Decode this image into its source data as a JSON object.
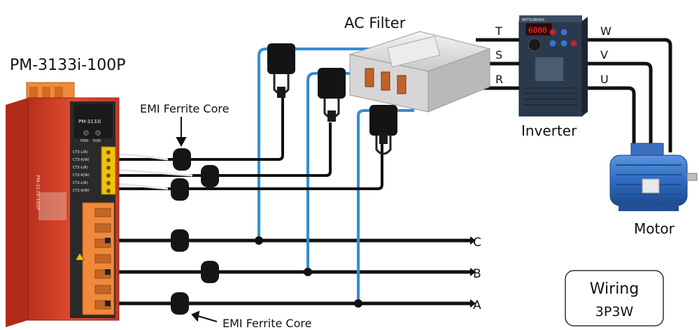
{
  "device": {
    "name": "PM-3133i-100P",
    "panel_label": "PM-3133i",
    "logo_text": "PM-3133-100P",
    "pwr_label": "PWR",
    "run_label": "RUN",
    "terminals": [
      "CT3-L(R)",
      "CT3-K(W)",
      "CT2-L(R)",
      "CT2-K(W)",
      "CT1-L(R)",
      "CT1-K(W)"
    ]
  },
  "labels": {
    "ac_filter": "AC Filter",
    "inverter": "Inverter",
    "motor": "Motor",
    "emi_top": "EMI Ferrite Core",
    "emi_bottom": "EMI Ferrite Core",
    "phase_in": [
      "T",
      "S",
      "R"
    ],
    "phase_out": [
      "W",
      "V",
      "U"
    ],
    "lines": [
      "C",
      "B",
      "A"
    ]
  },
  "inverter_display": "6000",
  "inverter_brand": "MITSUBISHI",
  "wiring": {
    "title": "Wiring",
    "mode": "3P3W"
  },
  "colors": {
    "device_red": "#d8412a",
    "terminal_orange": "#f0893a",
    "ct_wire_blue": "#2f8fd4",
    "wire_black": "#111111",
    "motor_blue": "#2f6cc2"
  }
}
